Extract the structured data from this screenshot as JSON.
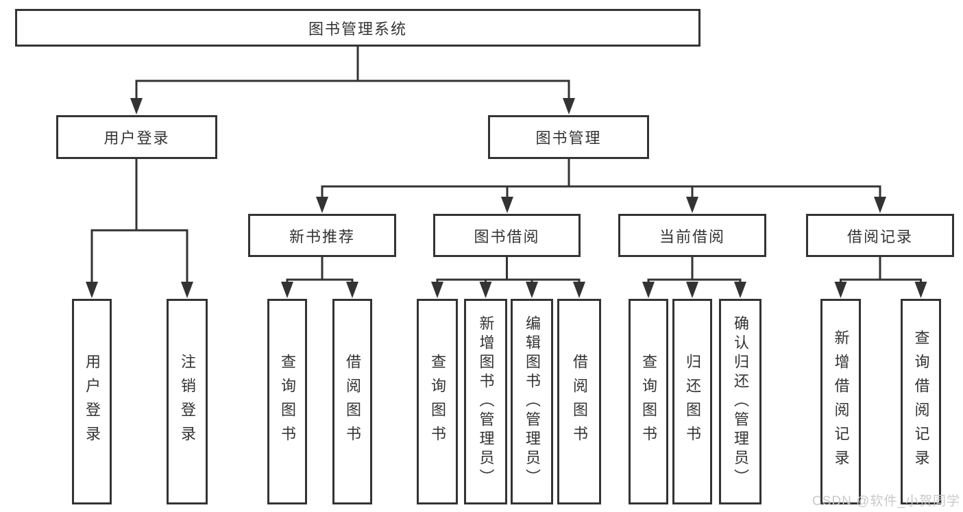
{
  "diagram": {
    "root": {
      "label": "图书管理系统"
    },
    "level1": [
      {
        "label": "用户登录"
      },
      {
        "label": "图书管理"
      }
    ],
    "level2": [
      {
        "label": "新书推荐"
      },
      {
        "label": "图书借阅"
      },
      {
        "label": "当前借阅"
      },
      {
        "label": "借阅记录"
      }
    ],
    "leaves": {
      "user_login": [
        "用户登录",
        "注销登录"
      ],
      "new_book": [
        "查询图书",
        "借阅图书"
      ],
      "book_borrow": [
        "查询图书",
        "新增图书（管理员）",
        "编辑图书（管理员）",
        "借阅图书"
      ],
      "current_borrow": [
        "查询图书",
        "归还图书",
        "确认归还（管理员）"
      ],
      "borrow_records": [
        "新增借阅记录",
        "查询借阅记录"
      ]
    }
  },
  "watermark": "CSDN @软件_小贺同学",
  "colors": {
    "line": "#333333",
    "text": "#333333",
    "background": "#ffffff",
    "watermark": "#c9c9c9"
  }
}
